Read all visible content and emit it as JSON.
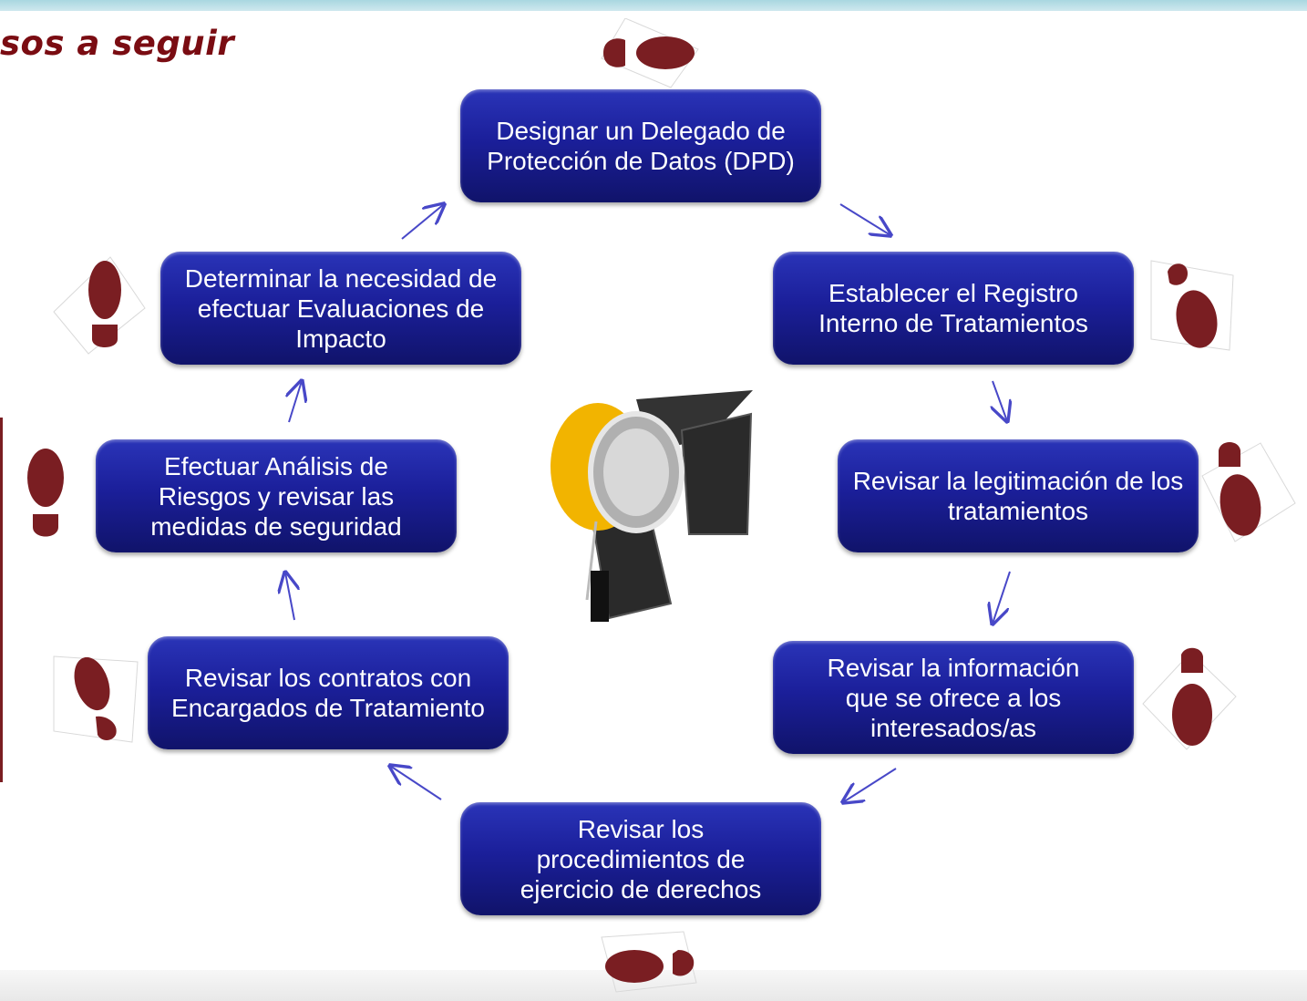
{
  "title": "sos a seguir",
  "colors": {
    "box": "#1b1f9a",
    "arrow": "#4848c8",
    "footprint": "#7a1e22",
    "title": "#7a0c12"
  },
  "steps": [
    {
      "label": "Designar un Delegado de Protección de Datos (DPD)"
    },
    {
      "label": "Establecer el Registro Interno de Tratamientos"
    },
    {
      "label": "Revisar la legitimación de los tratamientos"
    },
    {
      "label": "Revisar la información que se ofrece a los interesados/as"
    },
    {
      "label": "Revisar los procedimientos de ejercicio de derechos"
    },
    {
      "label": "Revisar los contratos con Encargados de Tratamiento"
    },
    {
      "label": "Efectuar Análisis de Riesgos y revisar las medidas de seguridad"
    },
    {
      "label": "Determinar la necesidad de efectuar Evaluaciones de Impacto"
    }
  ],
  "decorations": [
    "footprint-icon",
    "spotlight-image",
    "arrow-icon"
  ]
}
